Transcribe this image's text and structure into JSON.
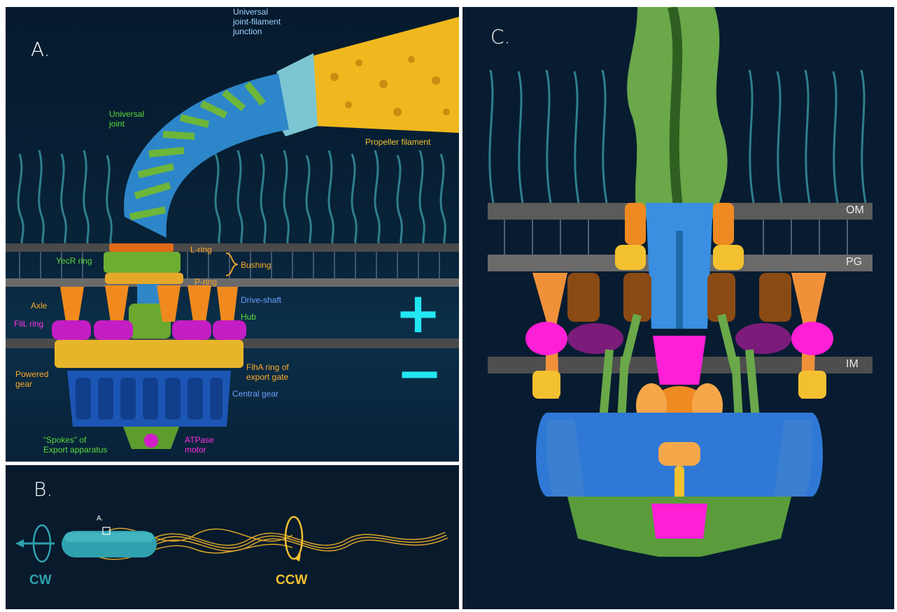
{
  "panels": {
    "a": "A.",
    "b": "B.",
    "c": "C."
  },
  "labels_a": {
    "junction": "Universal\njoint-filament\njunction",
    "propeller": "Propeller filament",
    "universal_joint": "Universal\njoint",
    "l_ring": "L-ring",
    "yecr": "YecR ring",
    "bushing": "Bushing",
    "p_ring": "P-ring",
    "axle": "Axle",
    "drive_shaft": "Drive-shaft",
    "hub": "Hub",
    "flil": "FliL ring",
    "powered_gear": "Powered\ngear",
    "flha": "FlhA ring of\nexport gate",
    "central_gear": "Central gear",
    "spokes": "“Spokes” of\nExport apparatus",
    "atpase": "ATPase\nmotor",
    "plus": "+",
    "minus": "−"
  },
  "labels_b": {
    "inset": "A.",
    "cw": "CW",
    "ccw": "CCW"
  },
  "labels_c": {
    "om": "OM",
    "pg": "PG",
    "im": "IM"
  },
  "colors": {
    "green": "#6fb33b",
    "blue": "#2f78d6",
    "yellow": "#f3c12f",
    "orange": "#ef8a22",
    "magenta": "#ff1fd6",
    "teal": "#2c7a86",
    "label_blue": "#6fa0ff",
    "label_green": "#5bd83a",
    "label_orange": "#ffaa2a",
    "label_magenta": "#ff30e0",
    "label_cyan": "#9fd3ff",
    "cyan_sign": "#22e6f2"
  }
}
